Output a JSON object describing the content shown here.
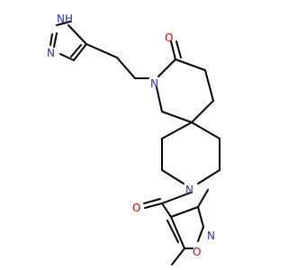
{
  "atoms": {
    "nh": {
      "text": "NH",
      "color": "#2b2bd9"
    },
    "n_imid": {
      "text": "N",
      "color": "#2b2bd9"
    },
    "o_ketone": {
      "text": "O",
      "color": "#e60000"
    },
    "n_lactam": {
      "text": "N",
      "color": "#2b2bd9"
    },
    "n_pip": {
      "text": "N",
      "color": "#2b2bd9"
    },
    "o_amide": {
      "text": "O",
      "color": "#e60000"
    },
    "n_isox": {
      "text": "N",
      "color": "#2b2bd9"
    },
    "o_isox": {
      "text": "O",
      "color": "#e60000"
    }
  }
}
